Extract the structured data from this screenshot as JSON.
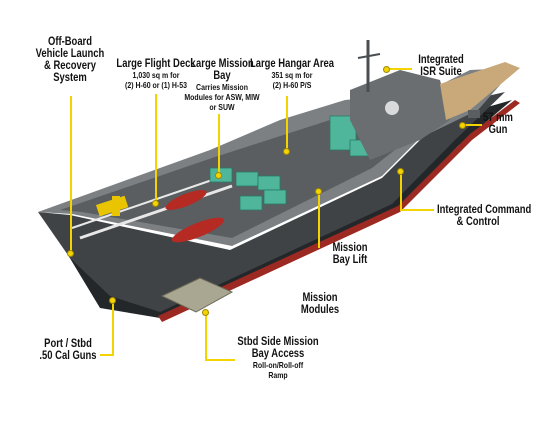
{
  "callouts": {
    "offboard": {
      "lines": [
        "Off-Board",
        "Vehicle Launch",
        "& Recovery",
        "System"
      ]
    },
    "flight_deck": {
      "title": "Large Flight Deck",
      "sub": [
        "1,030 sq m for",
        "(2) H-60 or (1) H-53"
      ]
    },
    "mission_bay": {
      "title": [
        "Large Mission",
        "Bay"
      ],
      "sub": [
        "Carries Mission",
        "Modules for ASW, MIW",
        "or SUW"
      ]
    },
    "hangar": {
      "title": "Large Hangar Area",
      "sub": [
        "351 sq m for",
        "(2) H-60 P/S"
      ]
    },
    "isr": {
      "lines": [
        "Integrated",
        "ISR Suite"
      ]
    },
    "gun57": {
      "lines": [
        "57 mm",
        "Gun"
      ]
    },
    "command": {
      "lines": [
        "Integrated Command",
        "& Control"
      ]
    },
    "bay_lift": {
      "lines": [
        "Mission",
        "Bay Lift"
      ]
    },
    "modules": {
      "lines": [
        "Mission",
        "Modules"
      ]
    },
    "guns50": {
      "lines": [
        "Port / Stbd",
        ".50 Cal Guns"
      ]
    },
    "side_access": {
      "title": [
        "Stbd Side Mission",
        "Bay Access"
      ],
      "sub": [
        "Roll-on/Roll-off",
        "Ramp"
      ]
    }
  },
  "colors": {
    "hull": "#3a3d40",
    "hull_dark": "#24272a",
    "deck": "#8a8e91",
    "waterline": "#9c2a22",
    "leader": "#f3d400",
    "container": "#4fb59b"
  }
}
